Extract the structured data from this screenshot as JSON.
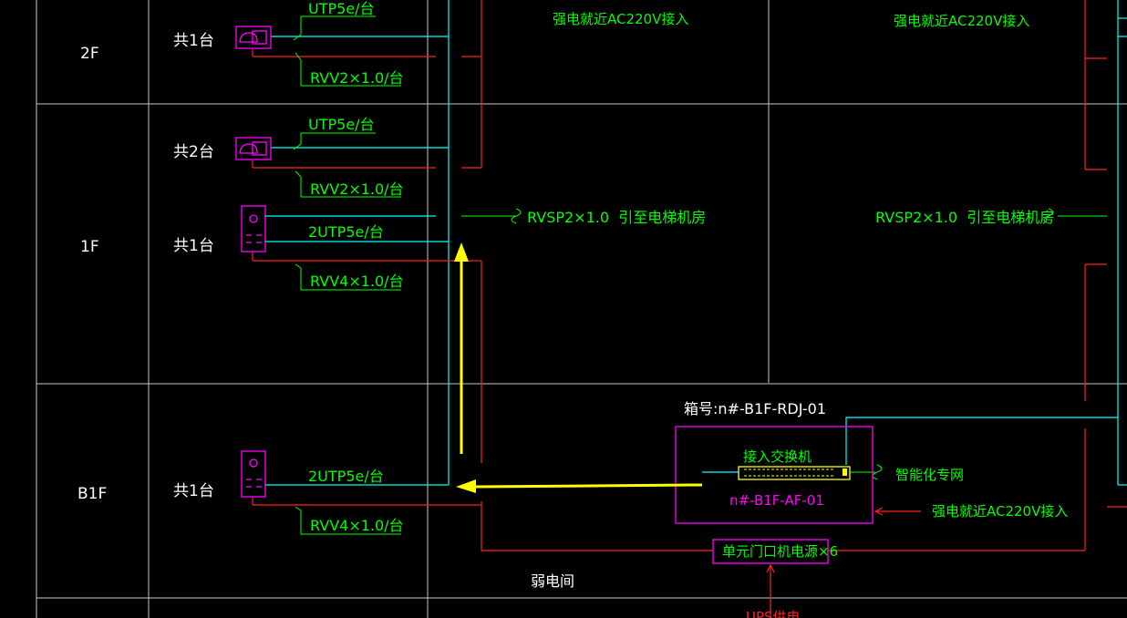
{
  "colors": {
    "background": "#000000",
    "grid": "#c8c8c8",
    "cable": "#00ffff",
    "power": "#ff2020",
    "device": "#ff00ff",
    "label": "#00ff00",
    "highlight": "#ffff00"
  },
  "floors": {
    "f2": {
      "name": "2F",
      "count": "共1台"
    },
    "f1": {
      "name": "1F",
      "count_a": "共2台",
      "count_b": "共1台"
    },
    "b1": {
      "name": "B1F",
      "count": "共1台"
    }
  },
  "cables": {
    "f2_utp": "UTP5e/台",
    "f2_rvv": "RVV2×1.0/台",
    "f1_utp": "UTP5e/台",
    "f1_rvv": "RVV2×1.0/台",
    "f1_2utp": "2UTP5e/台",
    "f1_rvv4": "RVV4×1.0/台",
    "b1_2utp": "2UTP5e/台",
    "b1_rvv4": "RVV4×1.0/台"
  },
  "power_labels": {
    "top_left": "强电就近AC220V接入",
    "top_right": "强电就近AC220V接入",
    "b1_right": "强电就近AC220V接入"
  },
  "elevator": {
    "left": "RVSP2×1.0  引至电梯机房",
    "right": "RVSP2×1.0  引至电梯机房"
  },
  "cabinet": {
    "box_no": "箱号:n#-B1F-RDJ-01",
    "switch_label": "接入交换机",
    "switch_id": "n#-B1F-AF-01",
    "network": "智能化专网",
    "door_power": "单元门口机电源×6",
    "ups": "UPS供电"
  },
  "room": {
    "name": "弱电间"
  },
  "icons": [
    "phone-icon",
    "door-station-icon",
    "switch-icon",
    "arrow-up-icon",
    "arrow-left-icon"
  ]
}
